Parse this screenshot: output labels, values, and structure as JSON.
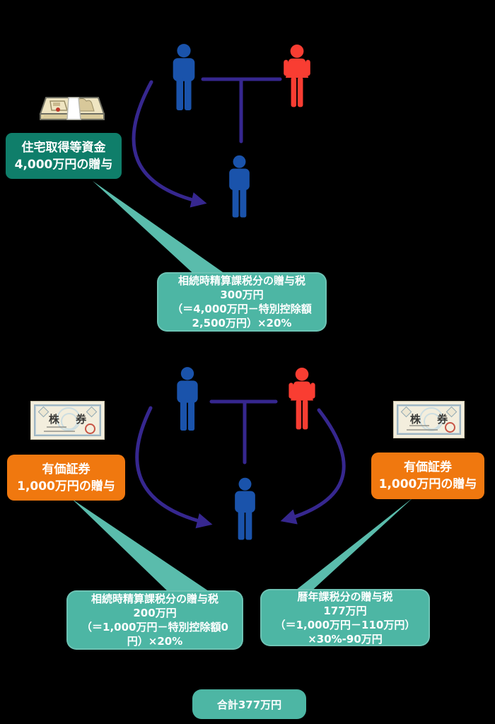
{
  "colors": {
    "background": "#000000",
    "green": "#0F7E6A",
    "orange": "#F0780F",
    "teal": "#4DB6A4",
    "beam": "#5ABCAC",
    "blue": "#1A53AB",
    "red": "#F93D32",
    "purple": "#36278F",
    "text": "#FFFFFF"
  },
  "icons": {
    "banknote_stack": "banknote-stack-icon",
    "stock_certificate": "stock-certificate-icon",
    "father": "father-icon",
    "mother": "mother-icon",
    "son": "son-icon"
  },
  "top": {
    "gift_box": {
      "lines": [
        "住宅取得等資金",
        "4,000万円の贈与"
      ]
    },
    "tax_callout": {
      "lines": [
        "相続時精算課税分の贈与税",
        "300万円",
        "（＝4,000万円－特別控除額",
        "2,500万円）×20%"
      ]
    }
  },
  "bottom": {
    "stock_certificate_label": "株 券",
    "left_gift_box": {
      "lines": [
        "有価証券",
        "1,000万円の贈与"
      ]
    },
    "right_gift_box": {
      "lines": [
        "有価証券",
        "1,000万円の贈与"
      ]
    },
    "left_tax_callout": {
      "lines": [
        "相続時精算課税分の贈与税",
        "200万円",
        "（＝1,000万円－特別控除額0",
        "円）×20%"
      ]
    },
    "right_tax_callout": {
      "lines": [
        "暦年課税分の贈与税",
        "177万円",
        "（＝1,000万円－110万円）",
        "×30%-90万円"
      ]
    }
  },
  "total": {
    "label": "合計377万円"
  }
}
